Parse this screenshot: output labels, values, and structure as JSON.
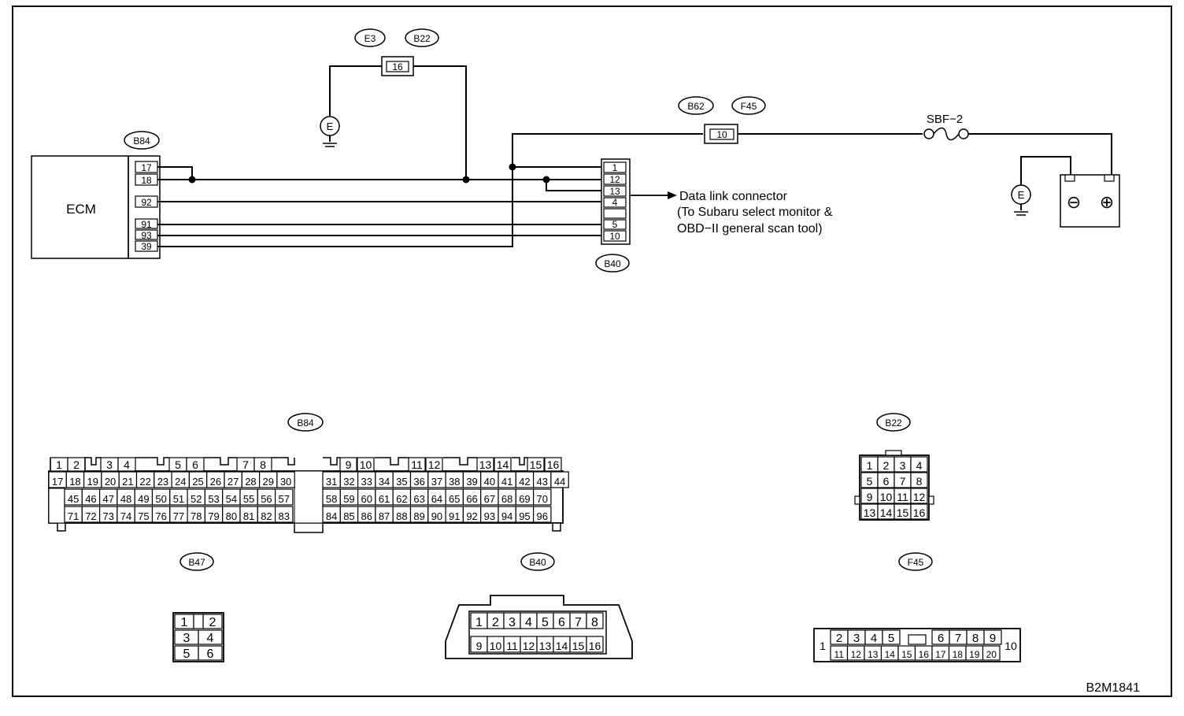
{
  "wiring": {
    "ecm_label": "ECM",
    "connectors": {
      "e3": "E3",
      "b22": "B22",
      "b84": "B84",
      "b62": "B62",
      "f45": "F45",
      "b40": "B40"
    },
    "ground_label": "E",
    "splice_e3_b22_pin": "16",
    "splice_b62_f45_pin": "10",
    "fuse_label": "SBF−2",
    "ecm_pins": [
      "17",
      "18",
      "92",
      "91",
      "93",
      "39"
    ],
    "b40_pins": [
      "1",
      "12",
      "13",
      "4",
      "5",
      "10"
    ],
    "data_link_line1": "Data link connector",
    "data_link_line2": "(To Subaru select monitor &",
    "data_link_line3": "OBD−II general scan tool)",
    "battery_neg": "⊖",
    "battery_pos": "⊕"
  },
  "faces": {
    "b84": {
      "label": "B84",
      "row1_left": [
        "1",
        "2",
        "3",
        "4",
        "5",
        "6",
        "7",
        "8"
      ],
      "row1_right": [
        "9",
        "10",
        "11",
        "12",
        "13",
        "14",
        "15",
        "16"
      ],
      "row2_left": [
        "17",
        "18",
        "19",
        "20",
        "21",
        "22",
        "23",
        "24",
        "25",
        "26",
        "27",
        "28",
        "29",
        "30"
      ],
      "row2_right": [
        "31",
        "32",
        "33",
        "34",
        "35",
        "36",
        "37",
        "38",
        "39",
        "40",
        "41",
        "42",
        "43",
        "44"
      ],
      "row3_left": [
        "45",
        "46",
        "47",
        "48",
        "49",
        "50",
        "51",
        "52",
        "53",
        "54",
        "55",
        "56",
        "57"
      ],
      "row3_right": [
        "58",
        "59",
        "60",
        "61",
        "62",
        "63",
        "64",
        "65",
        "66",
        "67",
        "68",
        "69",
        "70"
      ],
      "row4_left": [
        "71",
        "72",
        "73",
        "74",
        "75",
        "76",
        "77",
        "78",
        "79",
        "80",
        "81",
        "82",
        "83"
      ],
      "row4_right": [
        "84",
        "85",
        "86",
        "87",
        "88",
        "89",
        "90",
        "91",
        "92",
        "93",
        "94",
        "95",
        "96"
      ]
    },
    "b22": {
      "label": "B22",
      "rows": [
        [
          "1",
          "2",
          "3",
          "4"
        ],
        [
          "5",
          "6",
          "7",
          "8"
        ],
        [
          "9",
          "10",
          "11",
          "12"
        ],
        [
          "13",
          "14",
          "15",
          "16"
        ]
      ]
    },
    "b47": {
      "label": "B47",
      "rows": [
        [
          "1",
          "2"
        ],
        [
          "3",
          "4"
        ],
        [
          "5",
          "6"
        ]
      ]
    },
    "b40": {
      "label": "B40",
      "rows": [
        [
          "1",
          "2",
          "3",
          "4",
          "5",
          "6",
          "7",
          "8"
        ],
        [
          "9",
          "10",
          "11",
          "12",
          "13",
          "14",
          "15",
          "16"
        ]
      ]
    },
    "f45": {
      "label": "F45",
      "left": "1",
      "top": [
        "2",
        "3",
        "4",
        "5",
        "6",
        "7",
        "8",
        "9"
      ],
      "bottom": [
        "11",
        "12",
        "13",
        "14",
        "15",
        "16",
        "17",
        "18",
        "19",
        "20"
      ],
      "right": "10"
    }
  },
  "figure_code": "B2M1841"
}
